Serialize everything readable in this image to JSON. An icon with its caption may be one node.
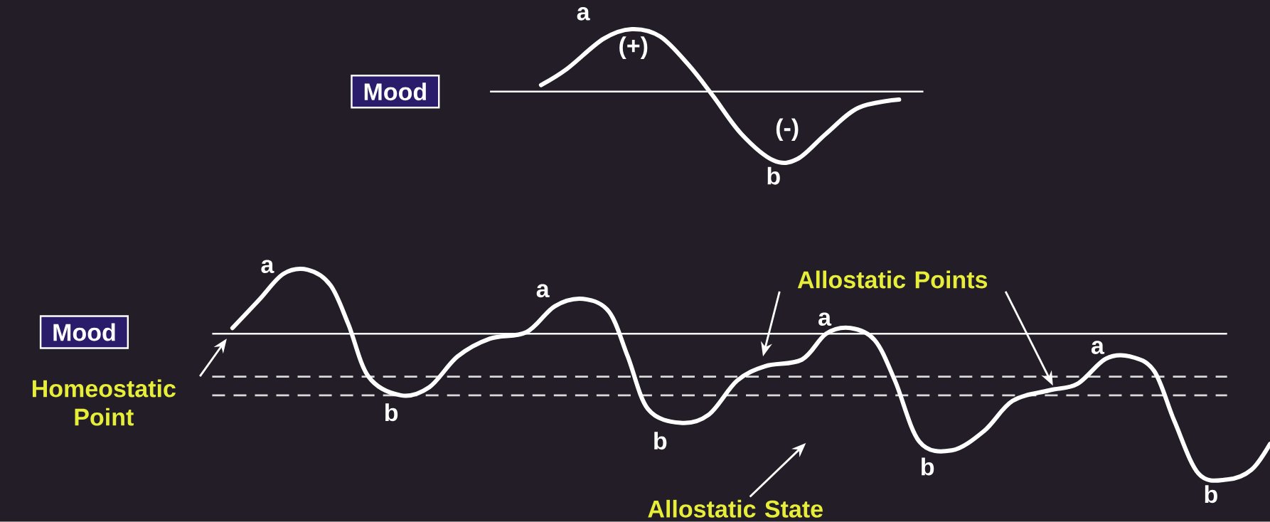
{
  "diagram": {
    "nodes": [
      {
        "text": [
          "Mood"
        ]
      },
      {
        "text": [
          "Mood"
        ]
      },
      {
        "text": [
          "Homeostatic Point"
        ]
      },
      {
        "text": [
          "Allostatic Points"
        ]
      },
      {
        "text": [
          "Allostatic State"
        ]
      }
    ],
    "edges": [
      {
        "from": 2,
        "to": null,
        "arrow": "to"
      },
      {
        "from": 3,
        "to": null,
        "arrow": "to"
      },
      {
        "from": 3,
        "to": null,
        "arrow": "to"
      },
      {
        "from": 4,
        "to": null,
        "arrow": "to"
      }
    ],
    "labels": [
      "a",
      "(+)",
      "(-)",
      "b",
      "a",
      "a",
      "a",
      "a",
      "b",
      "b",
      "b",
      "b"
    ]
  }
}
